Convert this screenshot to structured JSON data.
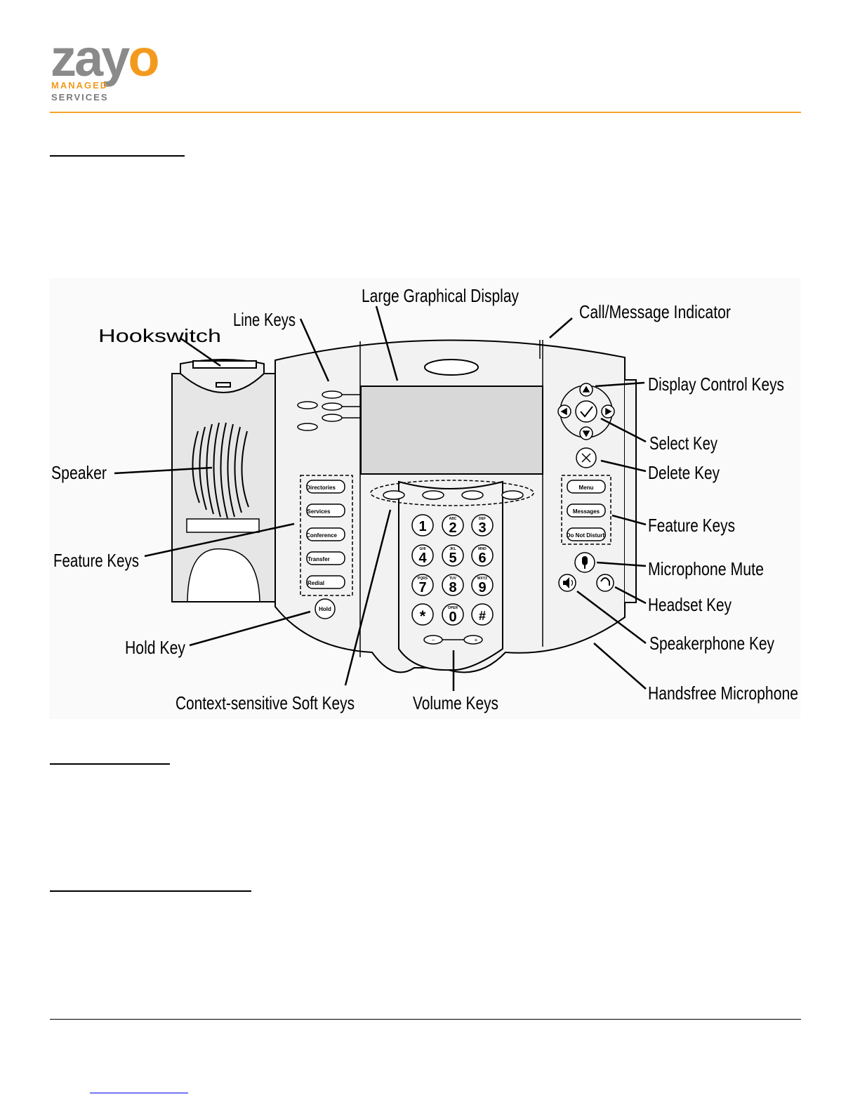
{
  "logo": {
    "word_main": "zay",
    "word_accent": "o",
    "line1": "MANAGED",
    "line2": "SERVICES",
    "brand_gray": "#8a8a8a",
    "brand_orange": "#f39a1e"
  },
  "figure": {
    "callouts": {
      "hookswitch": "Hookswitch",
      "line_keys": "Line Keys",
      "large_display": "Large Graphical Display",
      "call_message_indicator": "Call/Message Indicator",
      "display_control_keys": "Display Control Keys",
      "select_key": "Select Key",
      "delete_key": "Delete Key",
      "speaker": "Speaker",
      "feature_keys_left": "Feature Keys",
      "feature_keys_right": "Feature Keys",
      "microphone_mute": "Microphone Mute",
      "headset_key": "Headset Key",
      "speakerphone_key": "Speakerphone Key",
      "hold_key": "Hold Key",
      "handsfree_microphone": "Handsfree Microphone",
      "soft_keys": "Context-sensitive Soft Keys",
      "volume_keys": "Volume Keys"
    },
    "left_feature_keys": [
      "Directories",
      "Services",
      "Conference",
      "Transfer",
      "Redial"
    ],
    "right_feature_keys": [
      "Menu",
      "Messages",
      "Do Not Disturb"
    ],
    "hold_label": "Hold",
    "keypad": [
      {
        "digit": "1",
        "letters": ""
      },
      {
        "digit": "2",
        "letters": "ABC"
      },
      {
        "digit": "3",
        "letters": "DEF"
      },
      {
        "digit": "4",
        "letters": "GHI"
      },
      {
        "digit": "5",
        "letters": "JKL"
      },
      {
        "digit": "6",
        "letters": "MNO"
      },
      {
        "digit": "7",
        "letters": "PQRS"
      },
      {
        "digit": "8",
        "letters": "TUV"
      },
      {
        "digit": "9",
        "letters": "WXYZ"
      },
      {
        "digit": "*",
        "letters": ""
      },
      {
        "digit": "0",
        "letters": "OPER"
      },
      {
        "digit": "#",
        "letters": ""
      }
    ]
  }
}
